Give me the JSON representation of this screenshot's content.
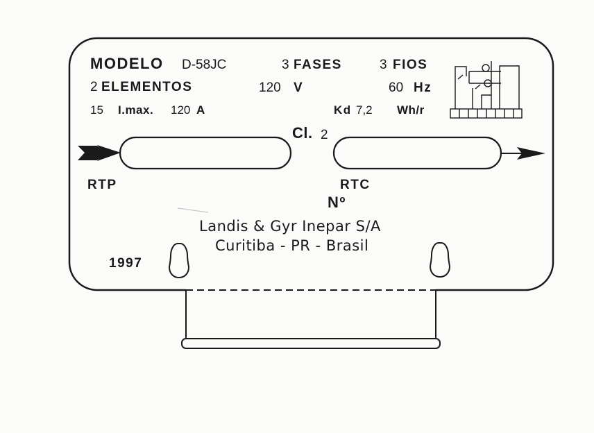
{
  "plate": {
    "row1": {
      "modelo_label": "MODELO",
      "modelo_value": "D-58JC",
      "fases_num": "3",
      "fases_label": "FASES",
      "fios_num": "3",
      "fios_label": "FIOS"
    },
    "row2": {
      "elementos_num": "2",
      "elementos_label": "ELEMENTOS",
      "voltage_value": "120",
      "voltage_unit": "V",
      "freq_value": "60",
      "freq_unit": "Hz"
    },
    "row3": {
      "current_nominal": "15",
      "imax_label": "I.max.",
      "imax_value": "120",
      "imax_unit": "A",
      "kd_label": "Kd",
      "kd_value": "7,2",
      "kd_unit": "Wh/r"
    },
    "class_label": "Cl.",
    "class_value": "2",
    "rtp_label": "RTP",
    "rtc_label": "RTC",
    "number_label": "Nº",
    "manufacturer_line1": "Landis & Gyr Inepar S/A",
    "manufacturer_line2": "Curitiba - PR - Brasil",
    "year": "1997"
  },
  "colors": {
    "ink": "#1a1a1a",
    "paper": "#fbfbfa"
  },
  "icons": {
    "arrow_in": "arrow-in-icon",
    "arrow_out": "arrow-out-icon",
    "wiring": "wiring-diagram-icon"
  }
}
